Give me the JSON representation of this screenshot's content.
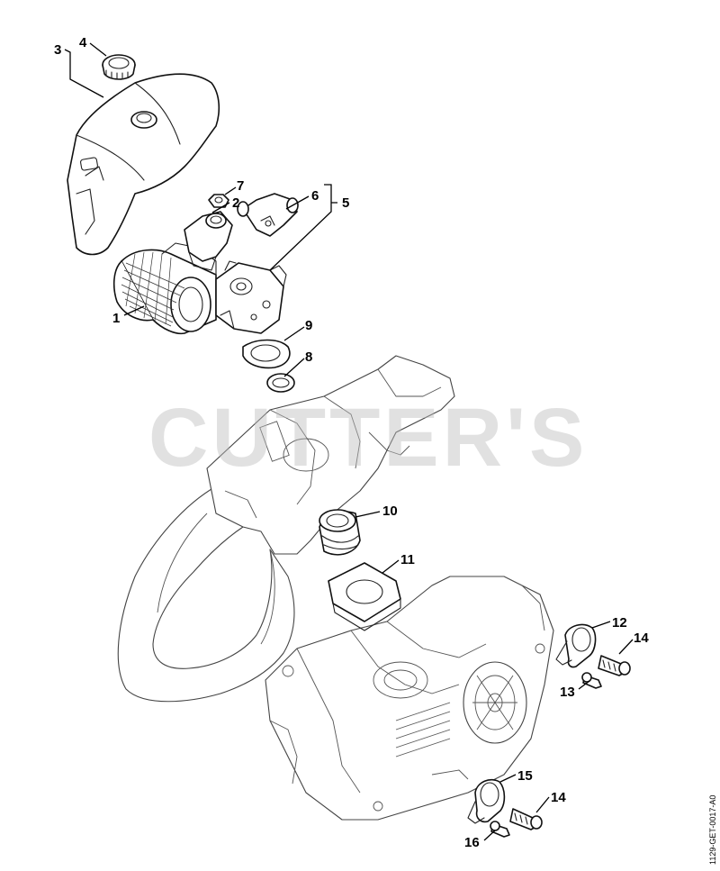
{
  "watermark": "CUTTER'S",
  "doc_id": "1129-GET-0017-A0",
  "callouts": {
    "c1": "1",
    "c2": "2",
    "c3": "3",
    "c4": "4",
    "c5": "5",
    "c6": "6",
    "c7": "7",
    "c8": "8",
    "c9": "9",
    "c10": "10",
    "c11": "11",
    "c12": "12",
    "c13": "13",
    "c14a": "14",
    "c14b": "14",
    "c15": "15",
    "c16": "16"
  }
}
